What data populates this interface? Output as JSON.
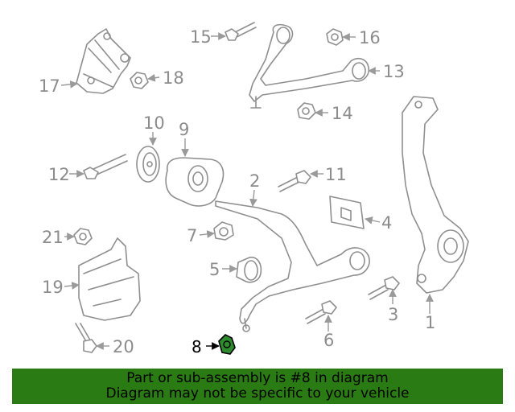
{
  "callouts": {
    "c1": "1",
    "c2": "2",
    "c3": "3",
    "c4": "4",
    "c5": "5",
    "c6": "6",
    "c7": "7",
    "c8": "8",
    "c9": "9",
    "c10": "10",
    "c11": "11",
    "c12": "12",
    "c13": "13",
    "c14": "14",
    "c15": "15",
    "c16": "16",
    "c17": "17",
    "c18": "18",
    "c19": "19",
    "c20": "20",
    "c21": "21"
  },
  "highlight": {
    "part_number": "8",
    "color": "#2e8b2e"
  },
  "banner": {
    "line1": "Part or sub-assembly is #8 in diagram",
    "line2": "Diagram may not be specific to your vehicle",
    "background": "#2a7b14"
  }
}
